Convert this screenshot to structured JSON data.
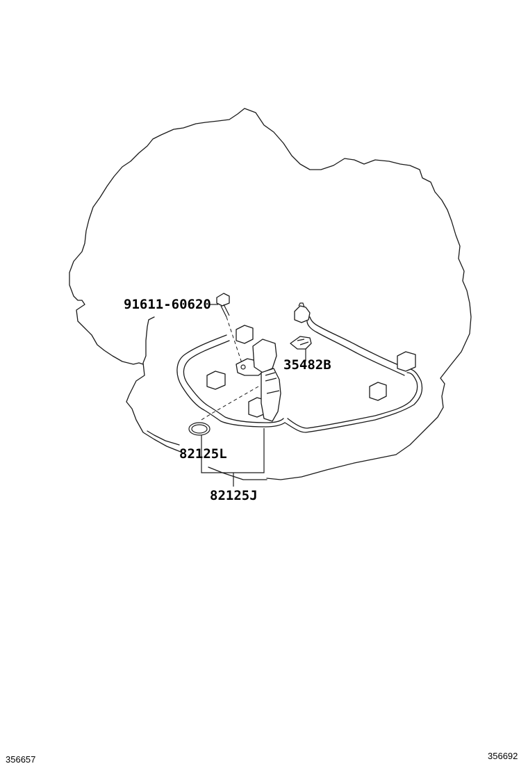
{
  "parts": {
    "bolt": "91611-60620",
    "clamp": "35482B",
    "oring": "82125L",
    "harness": "82125J"
  },
  "footer": {
    "left_id": "356657",
    "right_id": "356692"
  }
}
